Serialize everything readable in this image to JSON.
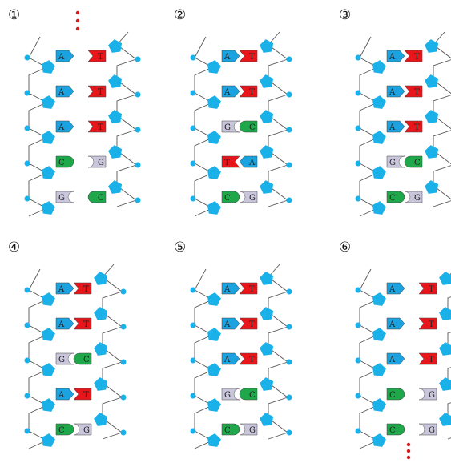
{
  "panels": [
    {
      "label": "①",
      "rows": [
        [
          "A",
          "T"
        ],
        [
          "A",
          "T"
        ],
        [
          "A",
          "T"
        ],
        [
          "C",
          "G"
        ],
        [
          "G",
          "C"
        ]
      ],
      "paired": false,
      "dots": "top"
    },
    {
      "label": "②",
      "rows": [
        [
          "A",
          "T"
        ],
        [
          "A",
          "T"
        ],
        [
          "G",
          "C"
        ],
        [
          "T",
          "A"
        ],
        [
          "C",
          "G"
        ]
      ],
      "paired": true,
      "dots": ""
    },
    {
      "label": "③",
      "rows": [
        [
          "A",
          "T"
        ],
        [
          "A",
          "T"
        ],
        [
          "A",
          "T"
        ],
        [
          "G",
          "C"
        ],
        [
          "C",
          "G"
        ]
      ],
      "paired": true,
      "dots": ""
    },
    {
      "label": "④",
      "rows": [
        [
          "A",
          "T"
        ],
        [
          "A",
          "T"
        ],
        [
          "G",
          "C"
        ],
        [
          "A",
          "T"
        ],
        [
          "C",
          "G"
        ]
      ],
      "paired": true,
      "dots": ""
    },
    {
      "label": "⑤",
      "rows": [
        [
          "A",
          "T"
        ],
        [
          "A",
          "T"
        ],
        [
          "A",
          "T"
        ],
        [
          "G",
          "C"
        ],
        [
          "C",
          "G"
        ]
      ],
      "paired": true,
      "dots": ""
    },
    {
      "label": "⑥",
      "rows": [
        [
          "A",
          "T"
        ],
        [
          "A",
          "T"
        ],
        [
          "A",
          "T"
        ],
        [
          "C",
          "G"
        ],
        [
          "C",
          "G"
        ]
      ],
      "paired": false,
      "dots": "bottom"
    }
  ],
  "colors": {
    "A": "#1aa3e0",
    "T": "#e8161b",
    "C": "#1fa84a",
    "G": "#c9c6dc",
    "sugar": "#1ab0e8",
    "phosphate": "#1ab0e8",
    "backbone": "#555555",
    "dots": "#d8181c"
  },
  "icons": {
    "sugar": "pentagon-sugar-icon",
    "phosphate": "phosphate-dot-icon",
    "ellipsis": "vertical-ellipsis-icon"
  }
}
